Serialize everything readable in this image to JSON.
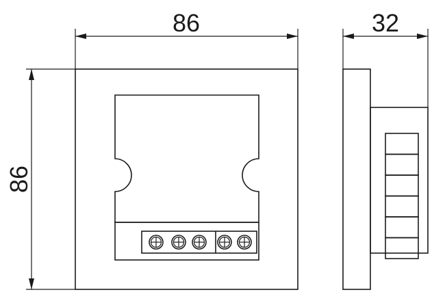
{
  "drawing": {
    "front_view": {
      "width_dimension": "86",
      "height_dimension": "86",
      "terminal_count": 5
    },
    "side_view": {
      "depth_dimension": "32",
      "terminal_count": 6
    }
  }
}
